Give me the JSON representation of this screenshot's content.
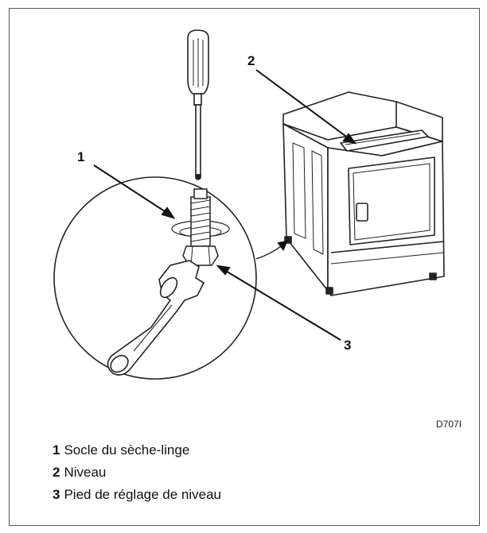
{
  "callouts": {
    "c1": "1",
    "c2": "2",
    "c3": "3"
  },
  "figure_code": "D707I",
  "legend": [
    {
      "num": "1",
      "text": "Socle du sèche-linge"
    },
    {
      "num": "2",
      "text": "Niveau"
    },
    {
      "num": "3",
      "text": "Pied de réglage de niveau"
    }
  ]
}
